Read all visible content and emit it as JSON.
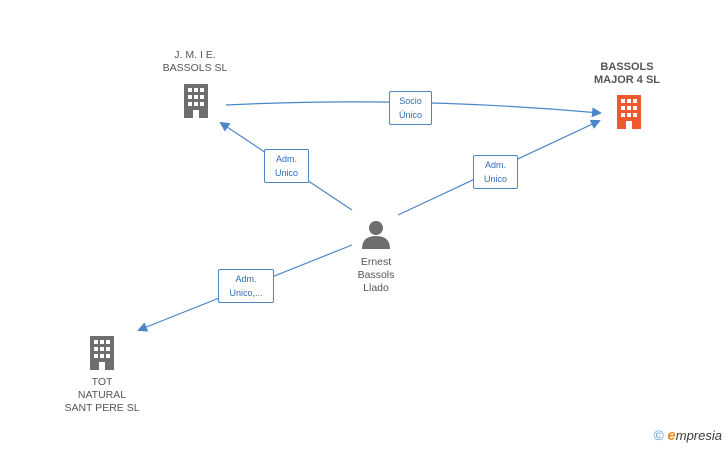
{
  "nodes": {
    "jmie": {
      "line1": "J. M. I E.",
      "line2": "BASSOLS SL",
      "icon": "building-icon",
      "color": "#6e6e6e"
    },
    "bassols_major": {
      "line1": "BASSOLS",
      "line2": "MAJOR 4 SL",
      "icon": "building-icon",
      "color": "#f0582f"
    },
    "ernest": {
      "line1": "Ernest",
      "line2": "Bassols",
      "line3": "Llado",
      "icon": "person-icon",
      "color": "#6e6e6e"
    },
    "tot_natural": {
      "line1": "TOT",
      "line2": "NATURAL",
      "line3": "SANT PERE  SL",
      "icon": "building-icon",
      "color": "#6e6e6e"
    }
  },
  "edges": {
    "socio_unico": {
      "line1": "Socio",
      "line2": "Único"
    },
    "adm_unico_jmie": {
      "line1": "Adm.",
      "line2": "Unico"
    },
    "adm_unico_bassols": {
      "line1": "Adm.",
      "line2": "Unico"
    },
    "adm_unico_tot": {
      "line1": "Adm.",
      "line2": "Unico,..."
    }
  },
  "colors": {
    "edge": "#4a86c8"
  },
  "watermark": {
    "copyright": "©",
    "brand_initial": "e",
    "brand_rest": "mpresia"
  }
}
